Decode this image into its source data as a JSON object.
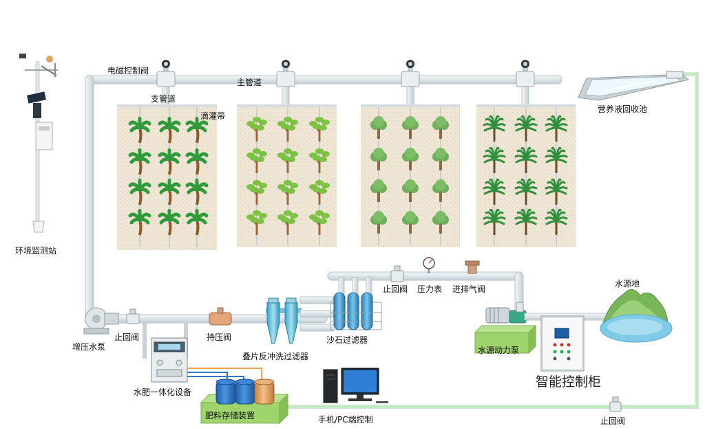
{
  "labels": {
    "environment_station": "环境监测站",
    "solenoid_valve": "电磁控制阀",
    "branch_pipe": "支管道",
    "main_pipe": "主管道",
    "drip_tape": "滴灌带",
    "nutrient_recovery_pool": "营养液回收池",
    "booster_pump": "增压水泵",
    "check_valve_left": "止回阀",
    "pressure_valve": "持压阀",
    "disc_filter": "叠片反冲洗过滤器",
    "sand_filter": "沙石过滤器",
    "check_valve_mid": "止回阀",
    "pressure_gauge": "压力表",
    "air_valve": "进排气阀",
    "water_source": "水源地",
    "source_pump": "水源动力泵",
    "control_cabinet": "智能控制柜",
    "fertigation_unit": "水肥一体化设备",
    "fertilizer_storage": "肥料存储装置",
    "pc_control": "手机/PC端控制",
    "check_valve_bottom": "止回阀"
  },
  "colors": {
    "pipe": "#dfe6ea",
    "pipe_outline": "#b9c3c8",
    "outer_pipe": "#cfeccc",
    "field_bg": "#efe6d6",
    "field_grain": "#d8c9ad",
    "green_platform": "#9fd36b",
    "tank_blue": "#2d76c8",
    "tank_orange": "#e9a45c",
    "water": "#7fcbe8"
  },
  "fields": [
    {
      "plant": "palm-tree-icon"
    },
    {
      "plant": "sapling-icon"
    },
    {
      "plant": "round-tree-icon"
    },
    {
      "plant": "fern-palm-icon"
    }
  ]
}
